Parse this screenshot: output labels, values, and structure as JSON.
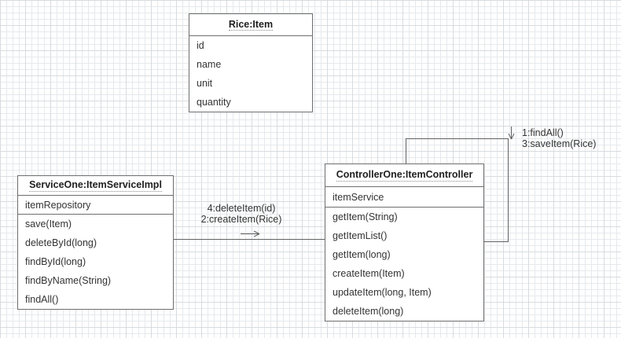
{
  "diagram": {
    "objects": [
      {
        "title": "Rice:Item",
        "attributes": [
          "id",
          "name",
          "unit",
          "quantity"
        ],
        "methods": []
      },
      {
        "title": "ServiceOne:ItemServiceImpl",
        "attributes": [
          "itemRepository"
        ],
        "methods": [
          "save(Item)",
          "deleteById(long)",
          "findById(long)",
          "findByName(String)",
          "findAll()"
        ]
      },
      {
        "title": "ControllerOne:ItemController",
        "attributes": [
          "itemService"
        ],
        "methods": [
          "getItem(String)",
          "getItemList()",
          "getItem(long)",
          "createItem(Item)",
          "updateItem(long, Item)",
          "deleteItem(long)"
        ]
      }
    ],
    "links": [
      {
        "from": "ServiceOne:ItemServiceImpl",
        "to": "ControllerOne:ItemController",
        "direction": "right",
        "messages": [
          "4:deleteItem(id)",
          "2:createItem(Rice)"
        ]
      },
      {
        "from": "ControllerOne:ItemController",
        "to": "ControllerOne:ItemController",
        "direction": "down",
        "messages": [
          "1:findAll()",
          "3:saveItem(Rice)"
        ]
      }
    ],
    "colors": {
      "border": "#6e6e6e",
      "line": "#616161",
      "text": "#333333",
      "grid_minor": "#e6e9ec",
      "grid_major": "#d8dcdf",
      "background": "#ffffff"
    }
  }
}
